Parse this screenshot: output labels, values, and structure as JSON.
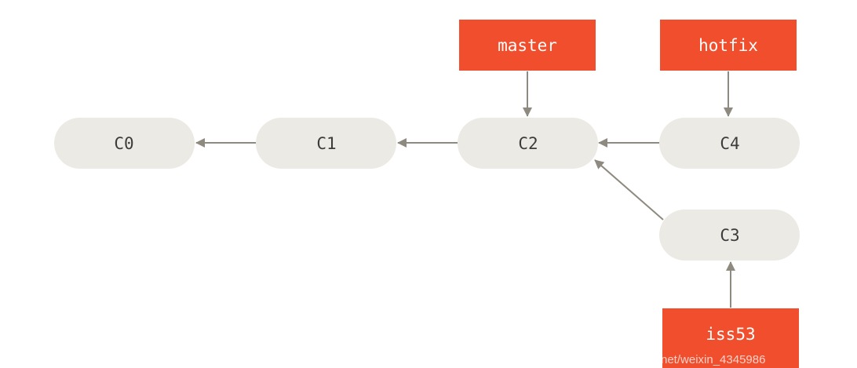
{
  "commits": [
    {
      "id": "c0",
      "label": "C0"
    },
    {
      "id": "c1",
      "label": "C1"
    },
    {
      "id": "c2",
      "label": "C2"
    },
    {
      "id": "c4",
      "label": "C4"
    },
    {
      "id": "c3",
      "label": "C3"
    }
  ],
  "parent_links": [
    {
      "from": "c1",
      "to": "c0"
    },
    {
      "from": "c2",
      "to": "c1"
    },
    {
      "from": "c4",
      "to": "c2"
    },
    {
      "from": "c3",
      "to": "c2"
    }
  ],
  "branches": [
    {
      "id": "master",
      "label": "master",
      "points_to": "c2"
    },
    {
      "id": "hotfix",
      "label": "hotfix",
      "points_to": "c4"
    },
    {
      "id": "iss53",
      "label": "iss53",
      "points_to": "c3"
    }
  ],
  "watermark": {
    "text": "net/weixin_4345986"
  },
  "colors": {
    "commit_fill": "#ebeae5",
    "commit_text": "#3c3c3c",
    "branch_fill": "#f04e2c",
    "branch_text": "#ffffff",
    "arrow": "#8e8a80"
  }
}
